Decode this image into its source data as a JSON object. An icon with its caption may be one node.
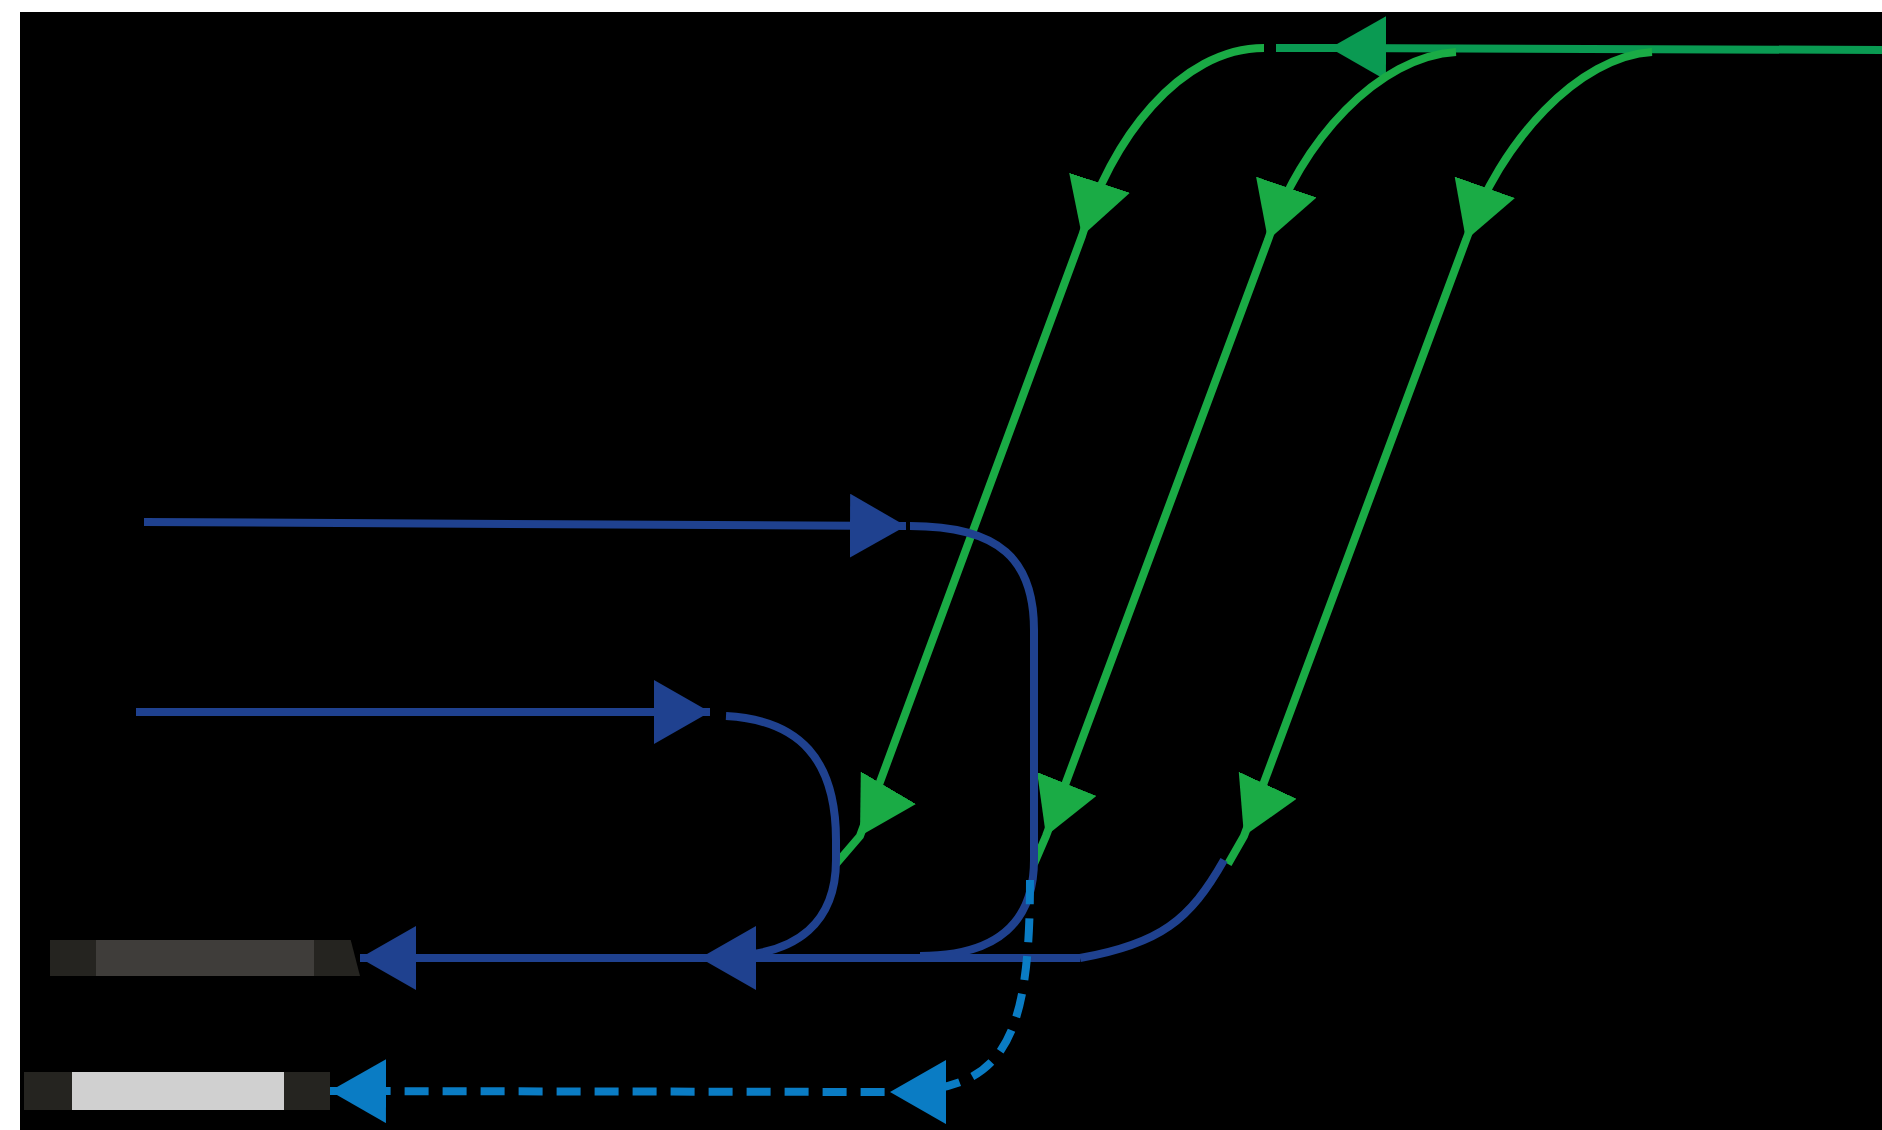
{
  "diagram": {
    "nodes": [
      {
        "text": [],
        "shape": "bar"
      },
      {
        "text": [],
        "shape": "bar"
      }
    ],
    "edges": [
      {
        "from": null,
        "to": 0,
        "arrow": "to"
      },
      {
        "from": null,
        "to": 1,
        "arrow": "to",
        "style": "dashed",
        "color": "#0a7cc4"
      }
    ]
  }
}
